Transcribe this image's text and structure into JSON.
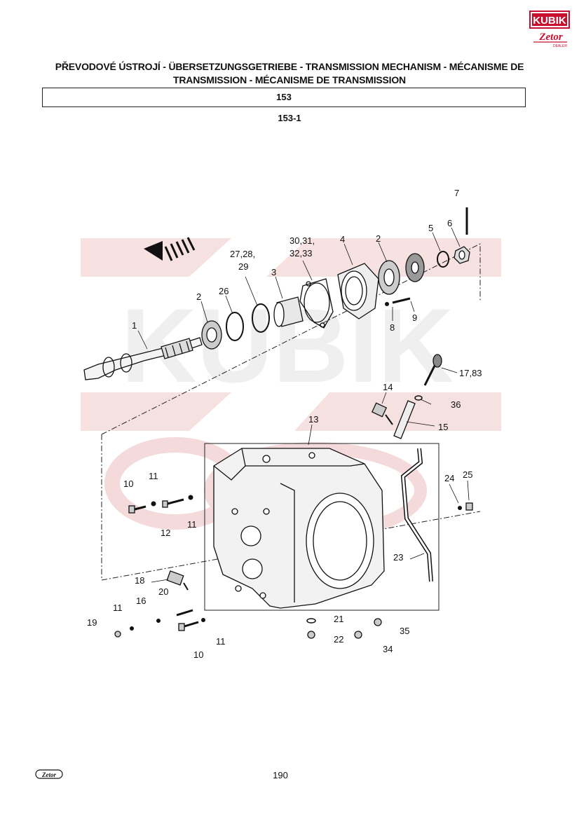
{
  "brand": {
    "logo_top": "KUBIK",
    "logo_bottom": "Zetor",
    "logo_tiny": "DEALER",
    "footer_logo": "Zetor"
  },
  "header": {
    "title_line1": "PŘEVODOVÉ ÚSTROJÍ - ÜBERSETZUNGSGETRIEBE - TRANSMISSION MECHANISM - MÉCANISME DE",
    "title_line2": "TRANSMISSION - MÉCANISME DE TRANSMISSION",
    "group_number": "153",
    "figure_number": "153-1"
  },
  "watermark": "KUBIK",
  "callouts": [
    {
      "id": "c1",
      "text": "1"
    },
    {
      "id": "c2a",
      "text": "2"
    },
    {
      "id": "c2b",
      "text": "2"
    },
    {
      "id": "c3",
      "text": "3"
    },
    {
      "id": "c4",
      "text": "4"
    },
    {
      "id": "c5",
      "text": "5"
    },
    {
      "id": "c6",
      "text": "6"
    },
    {
      "id": "c7",
      "text": "7"
    },
    {
      "id": "c8",
      "text": "8"
    },
    {
      "id": "c9",
      "text": "9"
    },
    {
      "id": "c10a",
      "text": "10"
    },
    {
      "id": "c10b",
      "text": "10"
    },
    {
      "id": "c11a",
      "text": "11"
    },
    {
      "id": "c11b",
      "text": "11"
    },
    {
      "id": "c11c",
      "text": "11"
    },
    {
      "id": "c11d",
      "text": "11"
    },
    {
      "id": "c12",
      "text": "12"
    },
    {
      "id": "c13",
      "text": "13"
    },
    {
      "id": "c14",
      "text": "14"
    },
    {
      "id": "c15",
      "text": "15"
    },
    {
      "id": "c16",
      "text": "16"
    },
    {
      "id": "c17",
      "text": "17,83"
    },
    {
      "id": "c18",
      "text": "18"
    },
    {
      "id": "c19",
      "text": "19"
    },
    {
      "id": "c20",
      "text": "20"
    },
    {
      "id": "c21",
      "text": "21"
    },
    {
      "id": "c22",
      "text": "22"
    },
    {
      "id": "c23",
      "text": "23"
    },
    {
      "id": "c24",
      "text": "24"
    },
    {
      "id": "c25",
      "text": "25"
    },
    {
      "id": "c26",
      "text": "26"
    },
    {
      "id": "c27a",
      "text": "27,28,"
    },
    {
      "id": "c27b",
      "text": "29"
    },
    {
      "id": "c30a",
      "text": "30,31,"
    },
    {
      "id": "c30b",
      "text": "32,33"
    },
    {
      "id": "c34",
      "text": "34"
    },
    {
      "id": "c35",
      "text": "35"
    },
    {
      "id": "c36",
      "text": "36"
    }
  ],
  "footer": {
    "page_number": "190"
  }
}
